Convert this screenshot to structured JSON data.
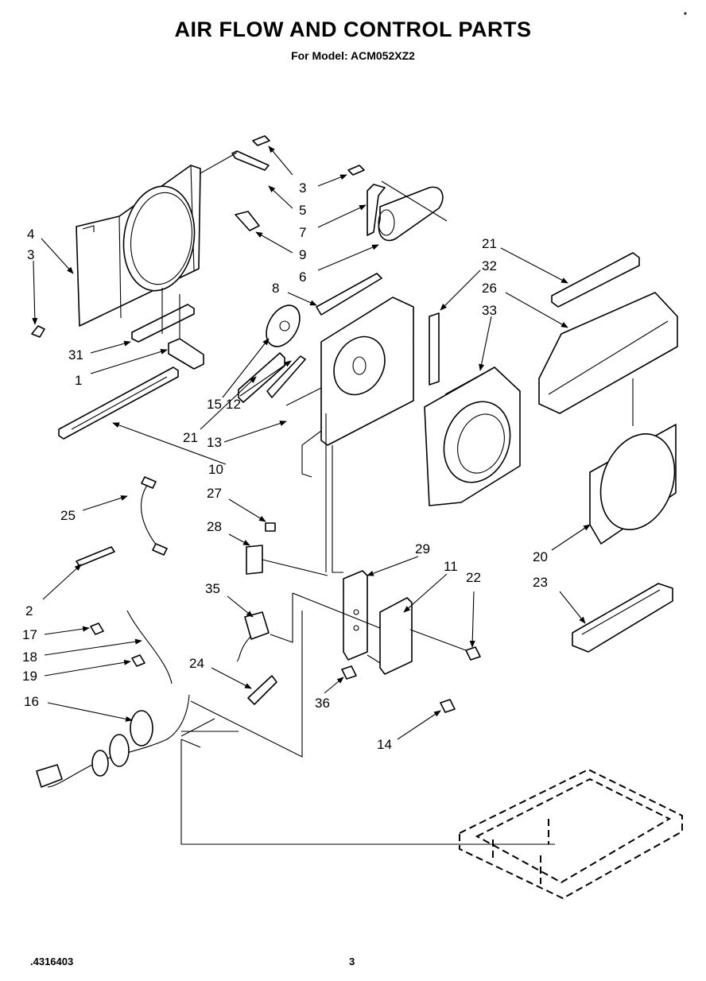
{
  "header": {
    "title": "AIR FLOW AND CONTROL PARTS",
    "subtitle": "For Model: ACM052XZ2",
    "corner_mark": "*"
  },
  "footer": {
    "doc_number": ".4316403",
    "page_number": "3"
  },
  "callouts": [
    "4",
    "3",
    "3",
    "5",
    "7",
    "9",
    "6",
    "21",
    "32",
    "26",
    "33",
    "8",
    "31",
    "1",
    "15",
    "21",
    "12",
    "13",
    "10",
    "25",
    "27",
    "28",
    "29",
    "11",
    "22",
    "35",
    "2",
    "17",
    "18",
    "19",
    "24",
    "36",
    "16",
    "14",
    "20",
    "23"
  ]
}
